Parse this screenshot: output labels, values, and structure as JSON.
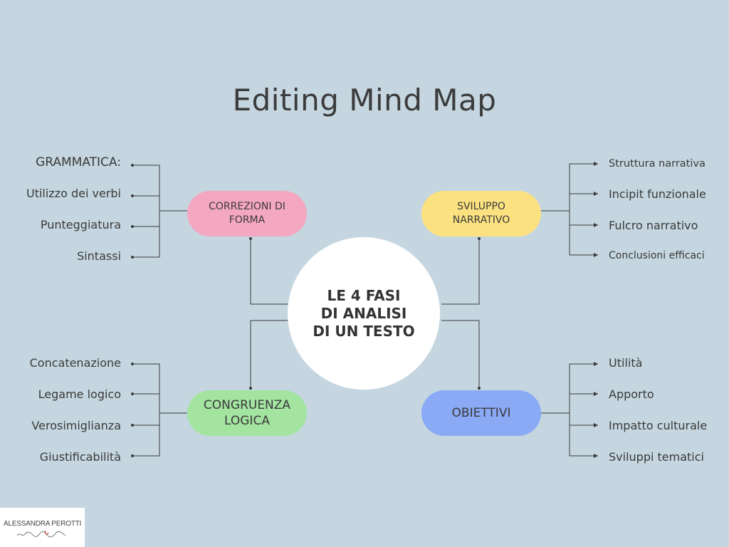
{
  "title": "Editing Mind Map",
  "center": {
    "label": "LE 4 FASI\nDI ANALISI\nDI UN TESTO"
  },
  "branches": {
    "forma": {
      "label": "CORREZIONI DI\nFORMA",
      "color": "#f4a7c1",
      "items": [
        "GRAMMATICA:",
        "Utilizzo dei verbi",
        "Punteggiatura",
        "Sintassi"
      ]
    },
    "narrativo": {
      "label": "SVILUPPO\nNARRATIVO",
      "color": "#fce181",
      "items": [
        "Struttura narrativa",
        "Incipit funzionale",
        "Fulcro narrativo",
        "Conclusioni efficaci"
      ]
    },
    "logica": {
      "label": "CONGRUENZA\nLOGICA",
      "color": "#a3e4a1",
      "items": [
        "Concatenazione",
        "Legame logico",
        "Verosimiglianza",
        "Giustificabilità"
      ]
    },
    "obiettivi": {
      "label": "OBIETTIVI",
      "color": "#8aaaf5",
      "items": [
        "Utilità",
        "Apporto",
        "Impatto culturale",
        "Sviluppi tematici"
      ]
    }
  },
  "logo": {
    "text": "ALESSANDRA PEROTTI"
  }
}
